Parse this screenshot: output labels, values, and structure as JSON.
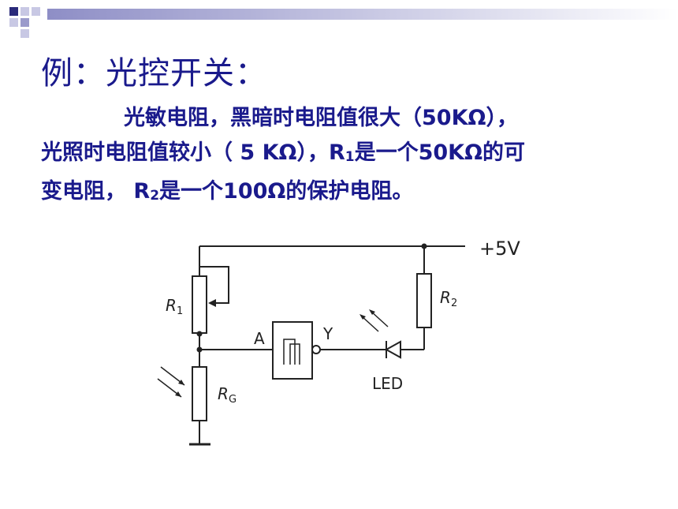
{
  "title": "例：光控开关：",
  "paragraph": {
    "line1": "光敏电阻，黑暗时电阻值很大（50KΩ），",
    "line2_a": "光照时电阻值较小（ 5 KΩ），",
    "line2_r": "R",
    "line2_sub": "1",
    "line2_b": "是一个50KΩ的可",
    "line3_a": "变电阻， ",
    "line3_r": "R",
    "line3_sub": "2",
    "line3_b": "是一个100Ω的保护电阻。"
  },
  "circuit": {
    "supply_label": "+5V",
    "r1_label": "R",
    "r1_sub": "1",
    "r2_label": "R",
    "r2_sub": "2",
    "rg_label": "R",
    "rg_sub": "G",
    "gate_input_label": "A",
    "gate_output_label": "Y",
    "led_label": "LED"
  },
  "colors": {
    "text": "#1a1a8c",
    "wire": "#222222",
    "deco_dark": "#2a2a7a",
    "deco_light": "#9a9acb"
  }
}
